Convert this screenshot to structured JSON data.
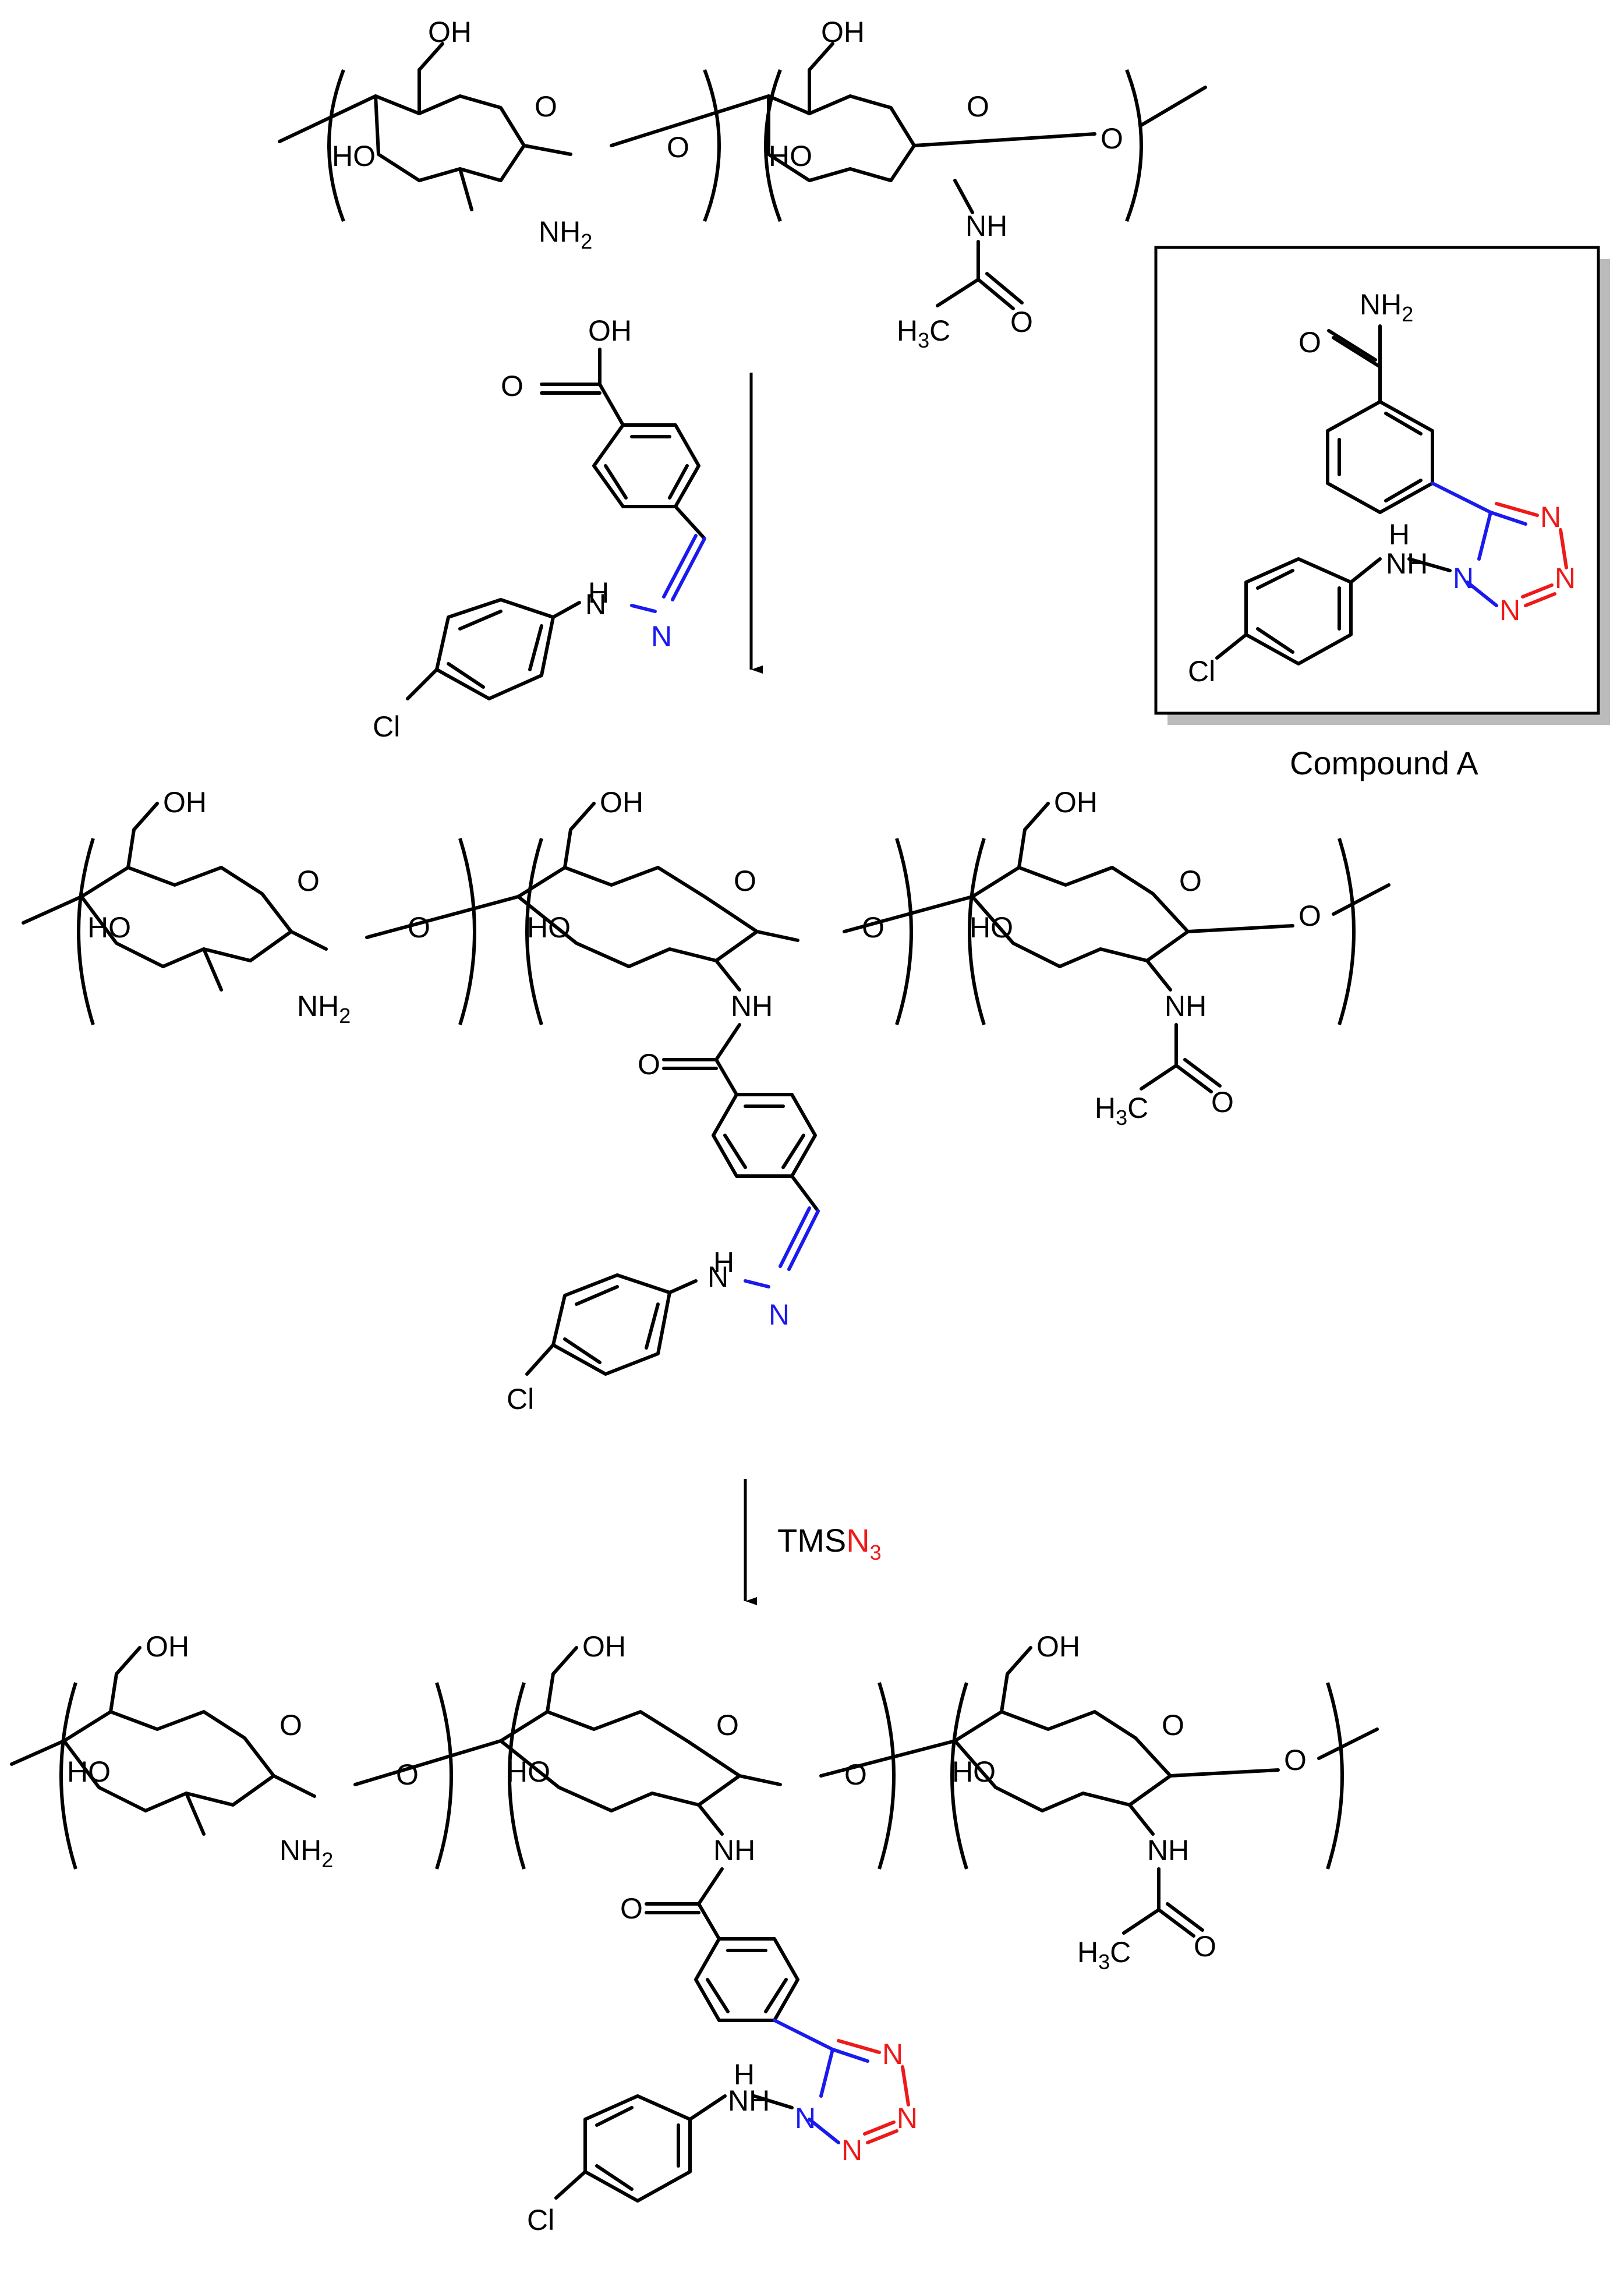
{
  "compound_box": {
    "caption": "Compound A"
  },
  "step2": {
    "reagent_prefix": "TMS",
    "reagent_azide": "N",
    "reagent_sub": "3"
  },
  "labels": {
    "oh": "OH",
    "ho": "HO",
    "o": "O",
    "nh": "NH",
    "n": "N",
    "h": "H",
    "nh2_main": "NH",
    "two": "2",
    "h3c_h": "H",
    "three": "3",
    "h3c_c": "C",
    "cl": "Cl"
  }
}
